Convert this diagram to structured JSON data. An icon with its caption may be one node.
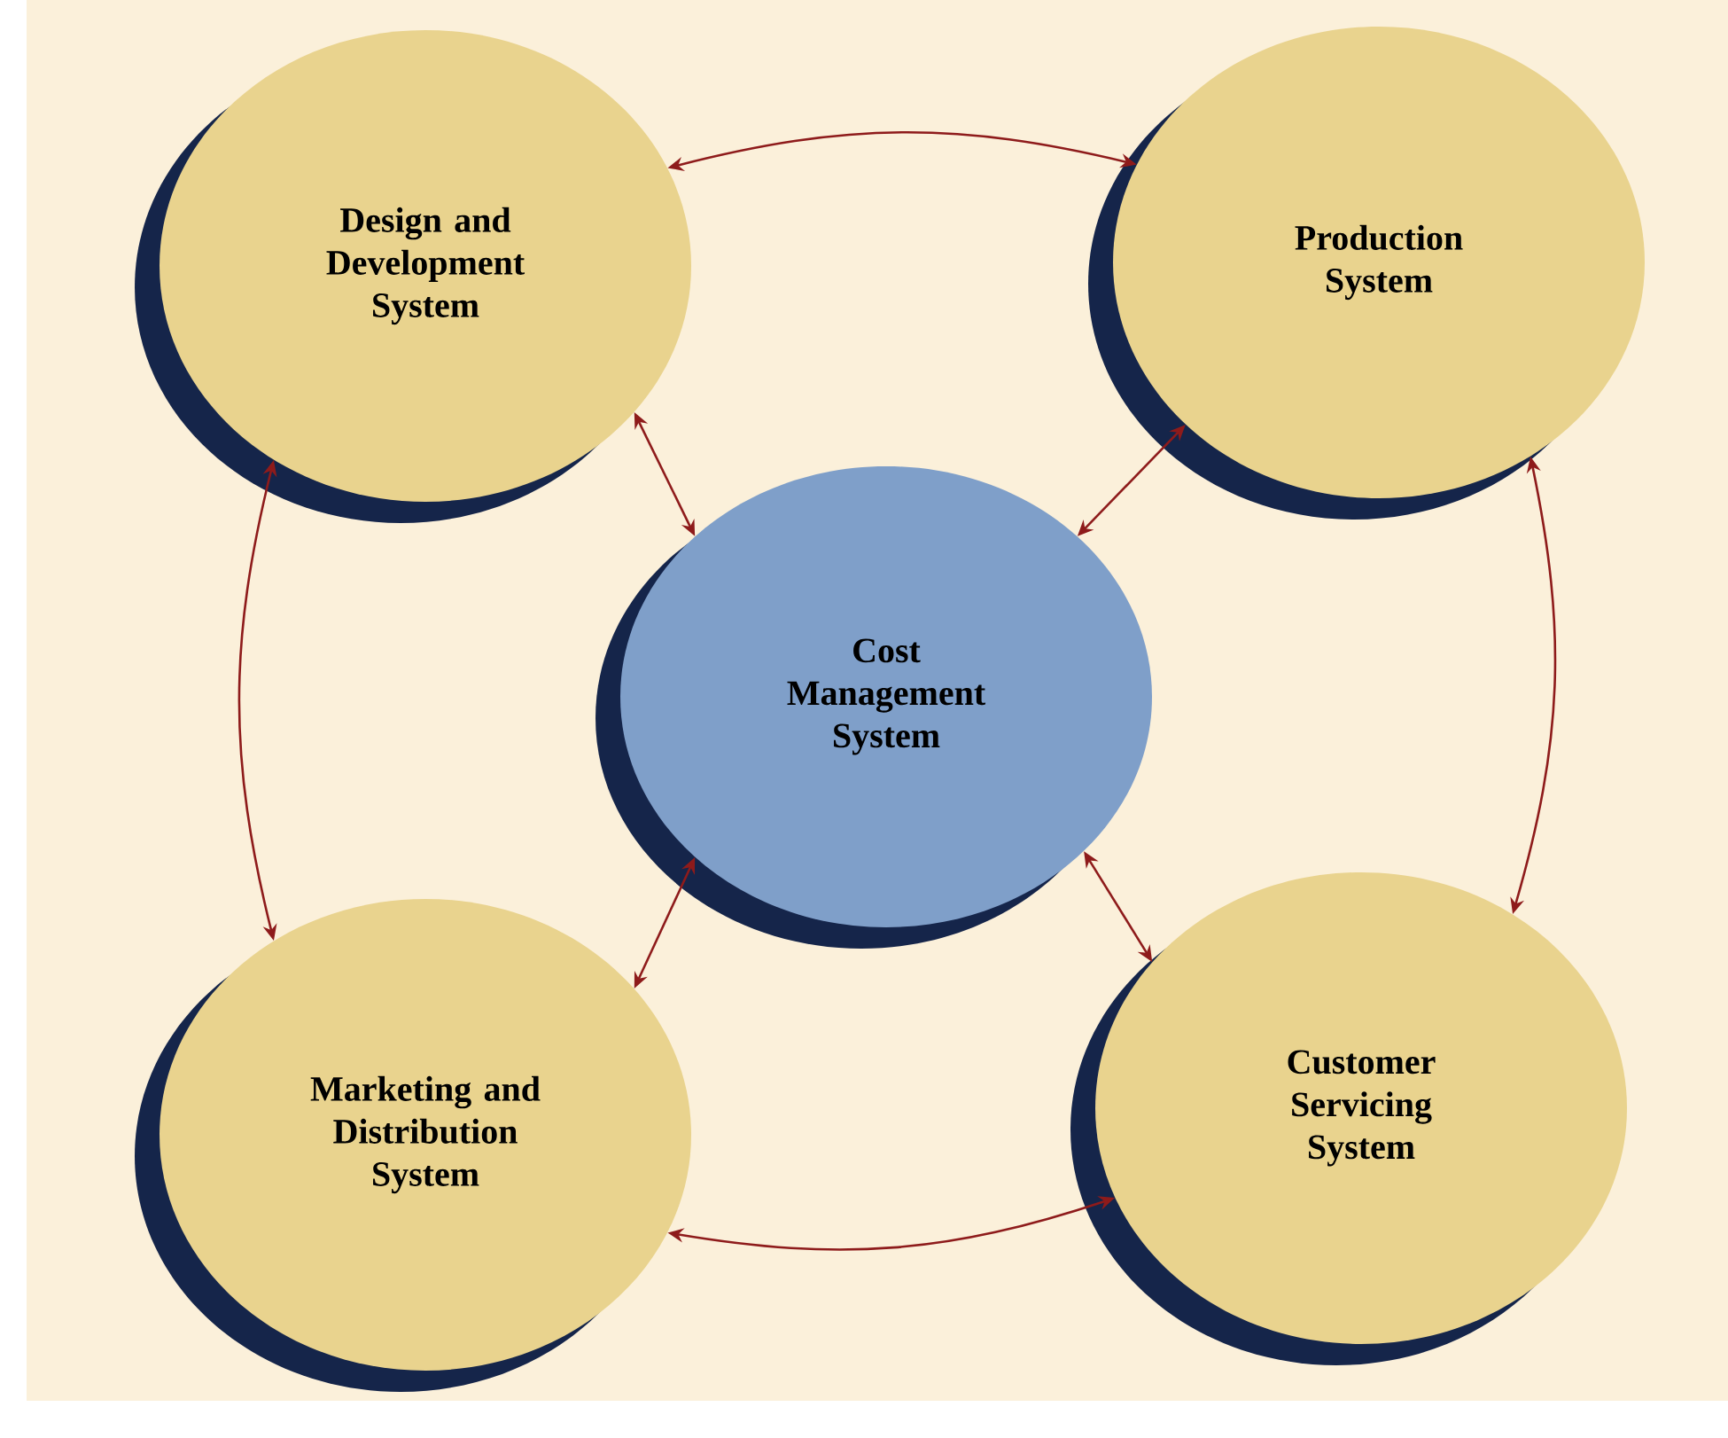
{
  "diagram": {
    "nodes": [
      {
        "text": [
          "Design and Development System"
        ]
      },
      {
        "text": [
          "Production System"
        ]
      },
      {
        "text": [
          "Cost Management System"
        ]
      },
      {
        "text": [
          "Marketing and Distribution System"
        ]
      },
      {
        "text": [
          "Customer Servicing System"
        ]
      }
    ],
    "edges": [
      {
        "from": 0,
        "to": 1,
        "arrow": "both"
      },
      {
        "from": 0,
        "to": 3,
        "arrow": "both"
      },
      {
        "from": 1,
        "to": 4,
        "arrow": "both"
      },
      {
        "from": 3,
        "to": 4,
        "arrow": "both"
      },
      {
        "from": 0,
        "to": 2,
        "arrow": "both"
      },
      {
        "from": 1,
        "to": 2,
        "arrow": "both"
      },
      {
        "from": 3,
        "to": 2,
        "arrow": "both"
      },
      {
        "from": 4,
        "to": 2,
        "arrow": "both"
      }
    ]
  }
}
